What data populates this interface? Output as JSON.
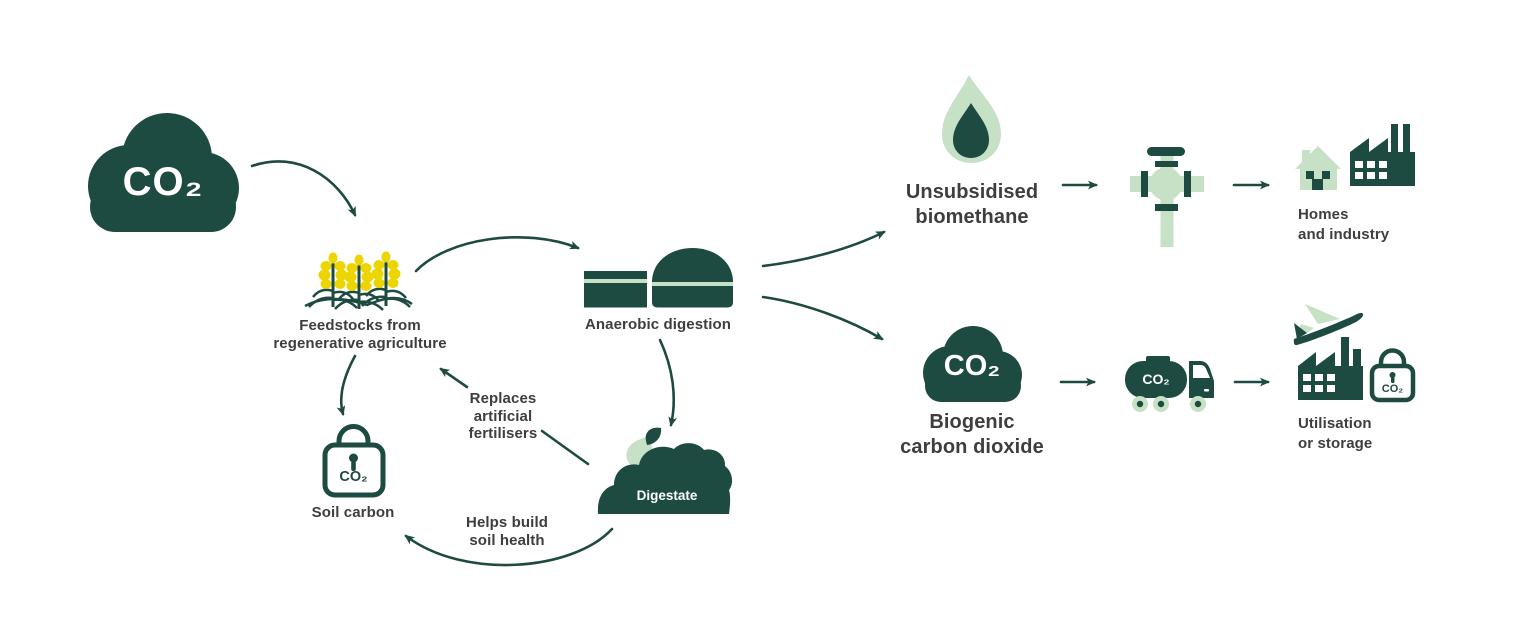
{
  "colors": {
    "dark_green": "#1d4a41",
    "light_green": "#c6e1c6",
    "yellow": "#edd501",
    "label_text": "#3e3e3e",
    "background": "#ffffff"
  },
  "diagram": {
    "atmosphere": {
      "co2": "CO₂"
    },
    "feedstocks": {
      "label": "Feedstocks from\nregenerative agriculture"
    },
    "digestion": {
      "label": "Anaerobic digestion"
    },
    "digestate": {
      "label": "Digestate"
    },
    "soil_carbon": {
      "label": "Soil carbon",
      "lock_co2": "CO₂"
    },
    "annotations": {
      "replaces_fertilisers": "Replaces\nartificial\nfertilisers",
      "helps_build_soil_health": "Helps build\nsoil health"
    },
    "biomethane": {
      "label": "Unsubsidised\nbiomethane",
      "destination_label": "Homes\nand industry"
    },
    "biogenic_co2": {
      "label": "Biogenic\ncarbon dioxide",
      "cloud_co2": "CO₂",
      "truck_co2": "CO₂",
      "destination_label": "Utilisation\nor storage",
      "storage_lock_co2": "CO₂"
    }
  }
}
